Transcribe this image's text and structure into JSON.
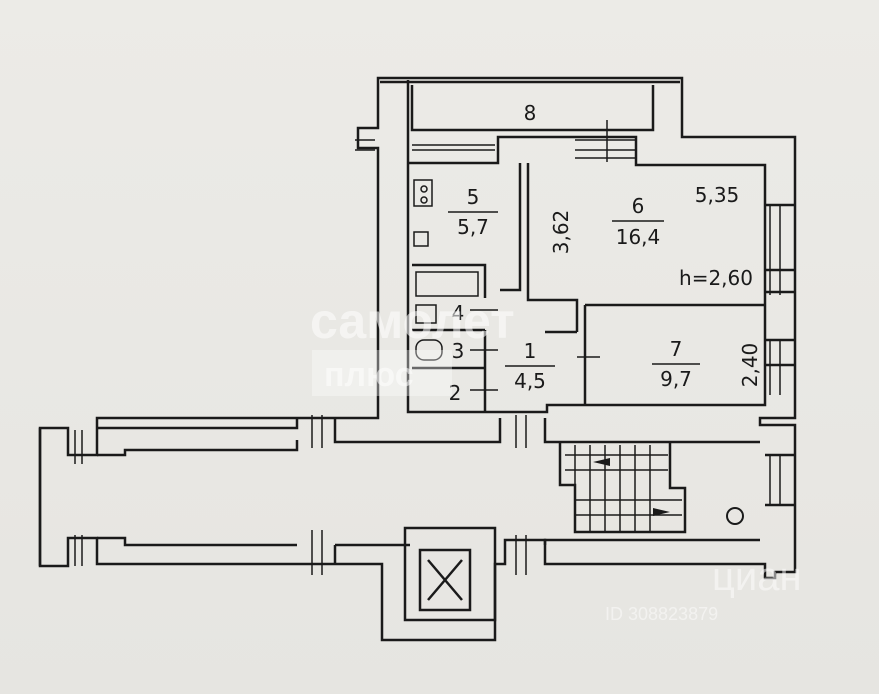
{
  "plan": {
    "balcony_label": "8",
    "rooms": [
      {
        "id": "5",
        "area": "5,7"
      },
      {
        "id": "6",
        "area": "16,4"
      },
      {
        "id": "7",
        "area": "9,7"
      },
      {
        "id": "1",
        "area": "4,5"
      }
    ],
    "small_rooms": [
      "4",
      "3",
      "2"
    ],
    "dimensions": {
      "room6_width": "5,35",
      "room6_depth": "3,62",
      "ceiling_height": "h=2,60",
      "room7_depth": "2,40"
    }
  },
  "watermarks": {
    "top_line": "самолет",
    "bottom_line": "плюс",
    "cian_brand": "циан",
    "listing_id": "ID 308823879"
  },
  "colors": {
    "paper": "#e9e8e4",
    "line": "#1a1a1a"
  }
}
